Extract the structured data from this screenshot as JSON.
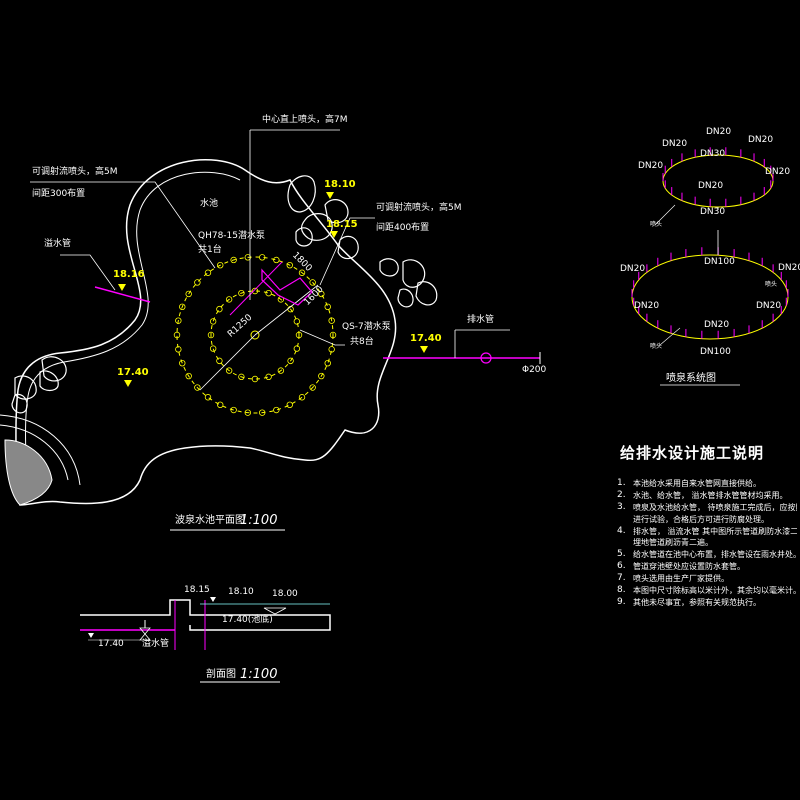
{
  "plan": {
    "title": "波泉水池平面图",
    "scale": "1:100",
    "center_nozzle": "中心直上喷头，高7M",
    "adjustable_left": "可调射流喷头，高5M",
    "spacing_left": "间距300布置",
    "adjustable_right": "可调射流喷头，高5M",
    "spacing_right": "间距400布置",
    "overflow_pipe": "溢水管",
    "pool_label": "水池",
    "pump_left": "QH78-15潜水泵",
    "pump_left_count": "共1台",
    "pump_right": "QS-7潜水泵",
    "pump_right_count": "共8台",
    "drain_pipe": "排水管",
    "pipe_dia": "Φ200",
    "dim_r1": "R1250",
    "dim_a": "1800",
    "dim_b": "1600",
    "elev_left": "18.16",
    "elev_top_right": "18.10",
    "elev_mid_right": "18.15",
    "elev_pool": "17.40",
    "elev_right_pipe": "17.40"
  },
  "section": {
    "title": "剖面图",
    "scale": "1:100",
    "elev_a": "18.15",
    "elev_b": "18.10",
    "elev_c": "18.00",
    "elev_d": "17.40(池底)",
    "elev_e": "17.40",
    "overflow": "溢水管"
  },
  "spray": {
    "title": "喷泉系统图",
    "upper_labels": [
      "DN20",
      "DN20",
      "DN20",
      "DN30",
      "DN20",
      "DN20",
      "DN30"
    ],
    "lower_labels": [
      "DN20",
      "DN100",
      "DN20",
      "DN20",
      "DN20",
      "DN20",
      "DN100"
    ],
    "label_small_1": "喷头",
    "label_small_2": "喷头",
    "label_small_3": "喷头"
  },
  "notes": {
    "title": "给排水设计施工说明",
    "items": [
      {
        "n": "1.",
        "text": "本池给水采用自来水管网直接供给。"
      },
      {
        "n": "2.",
        "text": "水池、给水管，  溢水管排水管管材均采用。"
      },
      {
        "n": "3.",
        "text": "喷泉及水池给水管，  待喷泉施工完成后，应按照要求"
      },
      {
        "n": "",
        "text": "进行试验，合格后方可进行防腐处理。"
      },
      {
        "n": "4.",
        "text": "排水管，  溢流水管  其中图所示管道刷防水漆二遍，"
      },
      {
        "n": "",
        "text": "埋地管道刷沥青二遍。"
      },
      {
        "n": "5.",
        "text": "给水管道在池中心布置，排水管设在雨水井处。"
      },
      {
        "n": "6.",
        "text": "管道穿池壁处应设置防水套管。"
      },
      {
        "n": "7.",
        "text": "喷头选用由生产厂家提供。"
      },
      {
        "n": "8.",
        "text": "本图中尺寸除标高以米计外，其余均以毫米计。"
      },
      {
        "n": "9.",
        "text": "其他未尽事宜，参照有关规范执行。"
      }
    ]
  }
}
